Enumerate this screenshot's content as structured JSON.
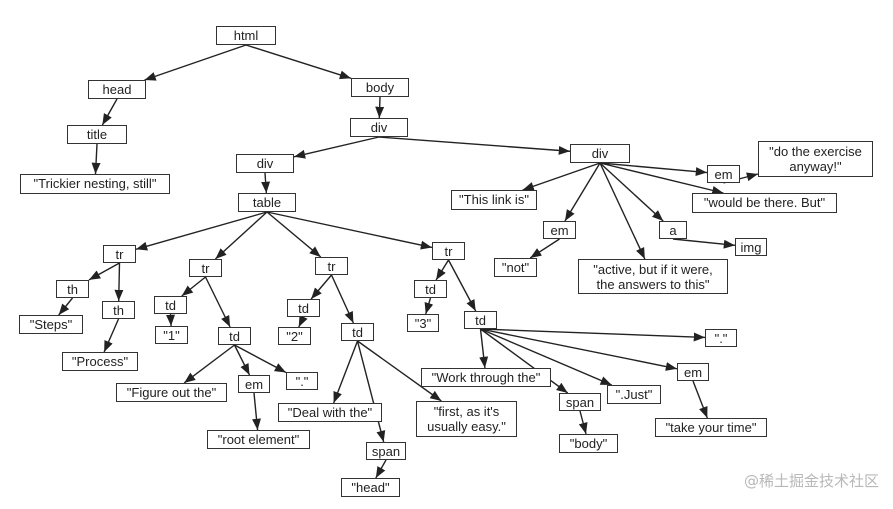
{
  "diagram": {
    "type": "dom-tree",
    "nodes": [
      {
        "id": "html",
        "label": "html"
      },
      {
        "id": "head",
        "label": "head"
      },
      {
        "id": "body",
        "label": "body"
      },
      {
        "id": "title",
        "label": "title"
      },
      {
        "id": "title_text",
        "label": "\"Trickier nesting, still\""
      },
      {
        "id": "div1",
        "label": "div"
      },
      {
        "id": "div2",
        "label": "div"
      },
      {
        "id": "div3",
        "label": "div"
      },
      {
        "id": "table",
        "label": "table"
      },
      {
        "id": "tr1",
        "label": "tr"
      },
      {
        "id": "tr2",
        "label": "tr"
      },
      {
        "id": "tr3",
        "label": "tr"
      },
      {
        "id": "tr4",
        "label": "tr"
      },
      {
        "id": "th1",
        "label": "th"
      },
      {
        "id": "th2",
        "label": "th"
      },
      {
        "id": "steps",
        "label": "\"Steps\""
      },
      {
        "id": "process",
        "label": "\"Process\""
      },
      {
        "id": "td1a",
        "label": "td"
      },
      {
        "id": "td1b",
        "label": "td"
      },
      {
        "id": "one",
        "label": "\"1\""
      },
      {
        "id": "figure",
        "label": "\"Figure out the\""
      },
      {
        "id": "em1",
        "label": "em"
      },
      {
        "id": "dot1",
        "label": "\".\""
      },
      {
        "id": "root_el",
        "label": "\"root element\""
      },
      {
        "id": "td2a",
        "label": "td"
      },
      {
        "id": "td2b",
        "label": "td"
      },
      {
        "id": "two",
        "label": "\"2\""
      },
      {
        "id": "deal",
        "label": "\"Deal with the\""
      },
      {
        "id": "span1",
        "label": "span"
      },
      {
        "id": "first",
        "label": "\"first, as it's\nusually easy.\""
      },
      {
        "id": "head_text",
        "label": "\"head\""
      },
      {
        "id": "td3a",
        "label": "td"
      },
      {
        "id": "td3b",
        "label": "td"
      },
      {
        "id": "three",
        "label": "\"3\""
      },
      {
        "id": "work",
        "label": "\"Work through the\""
      },
      {
        "id": "span2",
        "label": "span"
      },
      {
        "id": "just",
        "label": "\".Just\""
      },
      {
        "id": "em3",
        "label": "em"
      },
      {
        "id": "dot2",
        "label": "\".\""
      },
      {
        "id": "body_text",
        "label": "\"body\""
      },
      {
        "id": "take",
        "label": "\"take your time\""
      },
      {
        "id": "link_is",
        "label": "\"This link is\""
      },
      {
        "id": "em2",
        "label": "em"
      },
      {
        "id": "not",
        "label": "\"not\""
      },
      {
        "id": "active",
        "label": "\"active, but if it were,\nthe answers to this\""
      },
      {
        "id": "a",
        "label": "a"
      },
      {
        "id": "img",
        "label": "img"
      },
      {
        "id": "would",
        "label": "\"would be there. But\""
      },
      {
        "id": "em4",
        "label": "em"
      },
      {
        "id": "exercise",
        "label": "\"do the exercise\nanyway!\""
      }
    ],
    "edges": [
      [
        "html",
        "head"
      ],
      [
        "html",
        "body"
      ],
      [
        "head",
        "title"
      ],
      [
        "title",
        "title_text"
      ],
      [
        "body",
        "div1"
      ],
      [
        "div1",
        "div2"
      ],
      [
        "div1",
        "div3"
      ],
      [
        "div2",
        "table"
      ],
      [
        "table",
        "tr1"
      ],
      [
        "table",
        "tr2"
      ],
      [
        "table",
        "tr3"
      ],
      [
        "table",
        "tr4"
      ],
      [
        "tr1",
        "th1"
      ],
      [
        "tr1",
        "th2"
      ],
      [
        "th1",
        "steps"
      ],
      [
        "th2",
        "process"
      ],
      [
        "tr2",
        "td1a"
      ],
      [
        "tr2",
        "td1b"
      ],
      [
        "td1a",
        "one"
      ],
      [
        "td1b",
        "figure"
      ],
      [
        "td1b",
        "em1"
      ],
      [
        "td1b",
        "dot1"
      ],
      [
        "em1",
        "root_el"
      ],
      [
        "tr3",
        "td2a"
      ],
      [
        "tr3",
        "td2b"
      ],
      [
        "td2a",
        "two"
      ],
      [
        "td2b",
        "deal"
      ],
      [
        "td2b",
        "span1"
      ],
      [
        "td2b",
        "first"
      ],
      [
        "span1",
        "head_text"
      ],
      [
        "tr4",
        "td3a"
      ],
      [
        "tr4",
        "td3b"
      ],
      [
        "td3a",
        "three"
      ],
      [
        "td3b",
        "work"
      ],
      [
        "td3b",
        "span2"
      ],
      [
        "td3b",
        "just"
      ],
      [
        "td3b",
        "em3"
      ],
      [
        "td3b",
        "dot2"
      ],
      [
        "span2",
        "body_text"
      ],
      [
        "em3",
        "take"
      ],
      [
        "div3",
        "link_is"
      ],
      [
        "div3",
        "em2"
      ],
      [
        "div3",
        "active"
      ],
      [
        "div3",
        "a"
      ],
      [
        "div3",
        "would"
      ],
      [
        "div3",
        "em4"
      ],
      [
        "em2",
        "not"
      ],
      [
        "a",
        "img"
      ],
      [
        "em4",
        "exercise"
      ]
    ]
  },
  "watermark": "@稀土掘金技术社区"
}
